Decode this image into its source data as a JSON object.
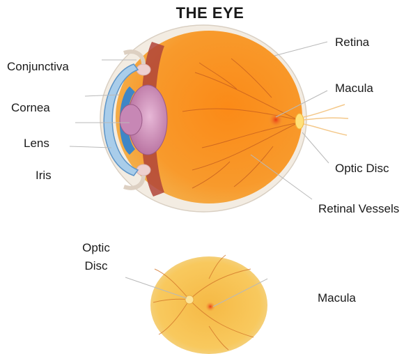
{
  "title": "THE EYE",
  "labels": {
    "conjunctiva": "Conjunctiva",
    "cornea": "Cornea",
    "lens": "Lens",
    "iris": "Iris",
    "retina": "Retina",
    "macula": "Macula",
    "optic_disc": "Optic Disc",
    "retinal_vessels": "Retinal Vessels",
    "fundus_optic_line1": "Optic",
    "fundus_optic_line2": "Disc",
    "fundus_macula": "Macula"
  },
  "colors": {
    "eyeball_outer": "#f6a53a",
    "eyeball_inner": "#fb8f1a",
    "sclera": "#f7f0e6",
    "cornea": "#9ec6e8",
    "iris": "#3f86c6",
    "lens": "#c98bb8",
    "macula": "#e94a1c",
    "optic_disc": "#ffe27a",
    "vessel": "#c0531c",
    "fundus": "#f7c44e"
  }
}
